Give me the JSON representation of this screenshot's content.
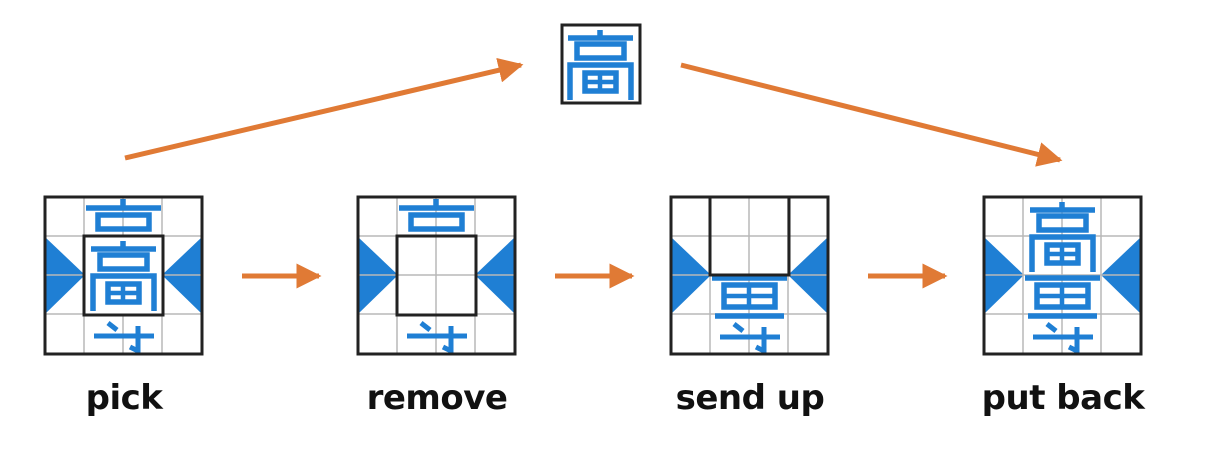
{
  "colors": {
    "blue": "#1f7fd4",
    "arrow": "#e07a35",
    "grid_line": "#b8b8b8",
    "border": "#222222",
    "text": "#111111"
  },
  "steps": [
    {
      "label": "pick"
    },
    {
      "label": "remove"
    },
    {
      "label": "send up"
    },
    {
      "label": "put back"
    }
  ]
}
